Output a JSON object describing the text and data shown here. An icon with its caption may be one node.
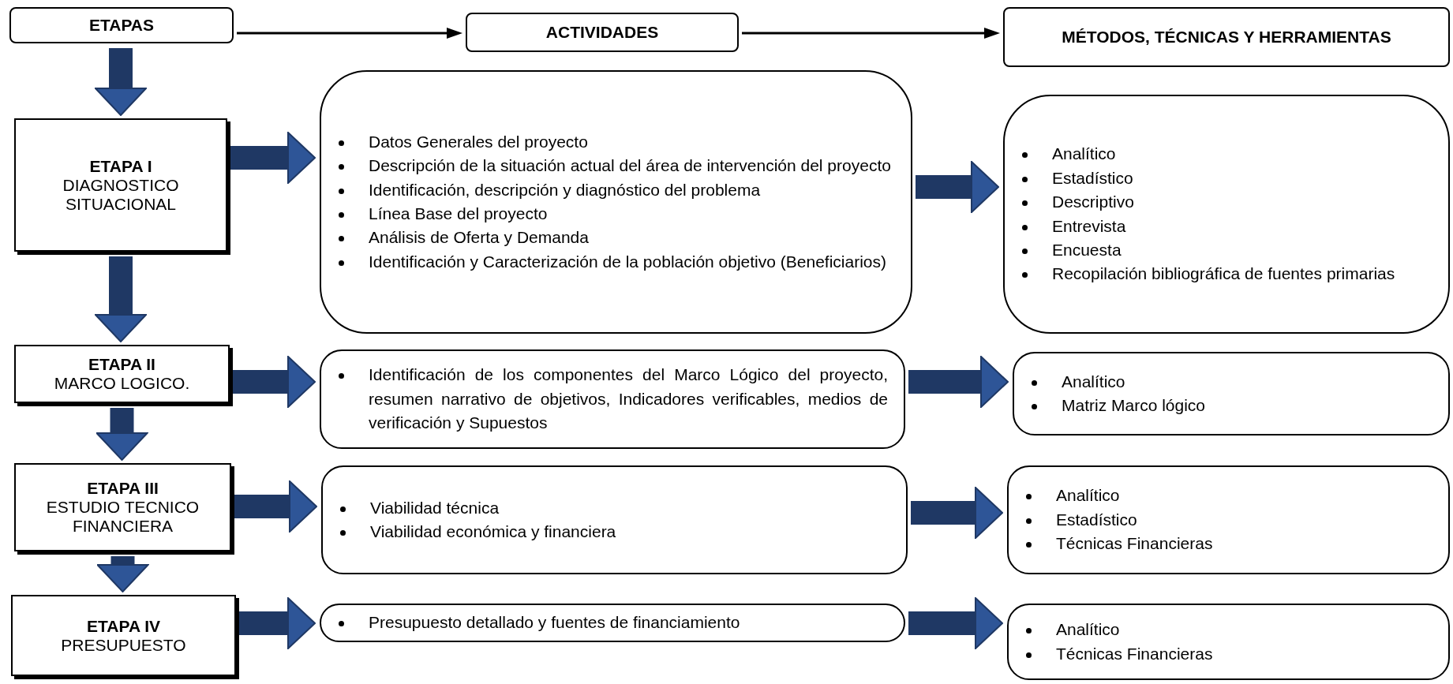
{
  "diagram": {
    "nodes": [
      {
        "text": [
          "ETAPAS"
        ]
      },
      {
        "text": [
          "ACTIVIDADES"
        ]
      },
      {
        "text": [
          "MÉTODOS, TÉCNICAS Y HERRAMIENTAS"
        ]
      },
      {
        "text": [
          "ETAPA I",
          "DIAGNOSTICO SITUACIONAL"
        ]
      },
      {
        "text": [
          "Datos Generales del proyecto",
          "Descripción de la situación actual del área de intervención del proyecto",
          "Identificación, descripción y diagnóstico del problema",
          "Línea Base del proyecto",
          "Análisis de Oferta y Demanda",
          "Identificación y Caracterización de la población objetivo (Beneficiarios)"
        ]
      },
      {
        "text": [
          "Analítico",
          "Estadístico",
          "Descriptivo",
          "Entrevista",
          "Encuesta",
          "Recopilación bibliográfica de fuentes primarias"
        ]
      },
      {
        "text": [
          "ETAPA II",
          "MARCO LOGICO."
        ]
      },
      {
        "text": [
          "Identificación de los componentes del Marco Lógico del proyecto, resumen narrativo de objetivos, Indicadores verificables, medios de verificación y Supuestos"
        ]
      },
      {
        "text": [
          "Analítico",
          "Matriz Marco lógico"
        ]
      },
      {
        "text": [
          "ETAPA III",
          "ESTUDIO TECNICO FINANCIERA"
        ]
      },
      {
        "text": [
          "Viabilidad  técnica",
          "Viabilidad económica y financiera"
        ]
      },
      {
        "text": [
          "Analítico",
          "Estadístico",
          "Técnicas Financieras"
        ]
      },
      {
        "text": [
          "ETAPA IV",
          "PRESUPUESTO"
        ]
      },
      {
        "text": [
          "Presupuesto detallado y fuentes de financiamiento"
        ]
      },
      {
        "text": [
          "Analítico",
          "Técnicas Financieras"
        ]
      }
    ],
    "edges": [
      {
        "from": 0,
        "to": 1,
        "arrow": "to",
        "color": "#000000"
      },
      {
        "from": 1,
        "to": 2,
        "arrow": "to",
        "color": "#000000"
      },
      {
        "from": 0,
        "to": 3,
        "arrow": "to"
      },
      {
        "from": 3,
        "to": 4,
        "arrow": "to"
      },
      {
        "from": 4,
        "to": 5,
        "arrow": "to"
      },
      {
        "from": 3,
        "to": 6,
        "arrow": "to"
      },
      {
        "from": 6,
        "to": 7,
        "arrow": "to"
      },
      {
        "from": 7,
        "to": 8,
        "arrow": "to"
      },
      {
        "from": 6,
        "to": 9,
        "arrow": "to"
      },
      {
        "from": 9,
        "to": 10,
        "arrow": "to"
      },
      {
        "from": 10,
        "to": 11,
        "arrow": "to"
      },
      {
        "from": 9,
        "to": 12,
        "arrow": "to"
      },
      {
        "from": 12,
        "to": 13,
        "arrow": "to"
      },
      {
        "from": 13,
        "to": 14,
        "arrow": "to"
      }
    ]
  }
}
